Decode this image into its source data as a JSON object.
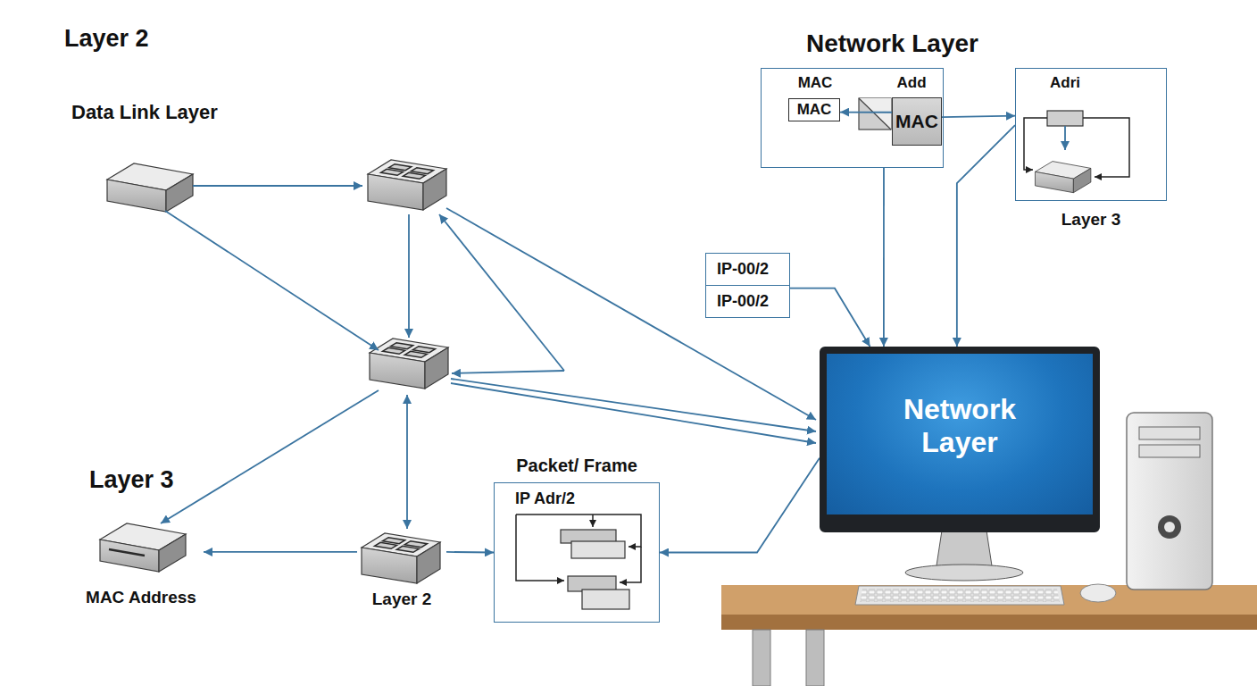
{
  "diagram": {
    "nodes": [
      {
        "text": [
          "MAC",
          "Add"
        ]
      },
      {
        "text": [
          "MAC"
        ],
        "in": 0
      },
      {
        "text": [
          "MAC"
        ],
        "in": 0
      },
      {
        "text": [
          "Adri",
          "Layer 3"
        ]
      },
      {
        "text": [
          "IP-00/2"
        ]
      },
      {
        "text": [
          "IP-00/2"
        ]
      },
      {
        "text": [
          "Network Layer"
        ]
      },
      {
        "text": [
          "Packet/ Frame",
          "IP Adr/2"
        ]
      },
      {
        "text": [
          "MAC Address"
        ]
      },
      {
        "text": [
          "Layer 2"
        ]
      }
    ],
    "edges": [
      {
        "from": 2,
        "to": 1,
        "arrow": "to"
      },
      {
        "from": 2,
        "to": 3,
        "arrow": "to"
      },
      {
        "from": 0,
        "to": 6,
        "arrow": "to"
      },
      {
        "from": 3,
        "to": 6,
        "arrow": "to"
      },
      {
        "from": 5,
        "to": 6,
        "arrow": "to"
      },
      {
        "from": 9,
        "to": 8,
        "arrow": "to"
      },
      {
        "from": 9,
        "to": 7,
        "arrow": "to"
      },
      {
        "from": 6,
        "to": 7,
        "arrow": "to"
      }
    ],
    "labels": [
      "Layer 2",
      "Data Link Layer",
      "Network Layer",
      "Layer 3"
    ]
  }
}
